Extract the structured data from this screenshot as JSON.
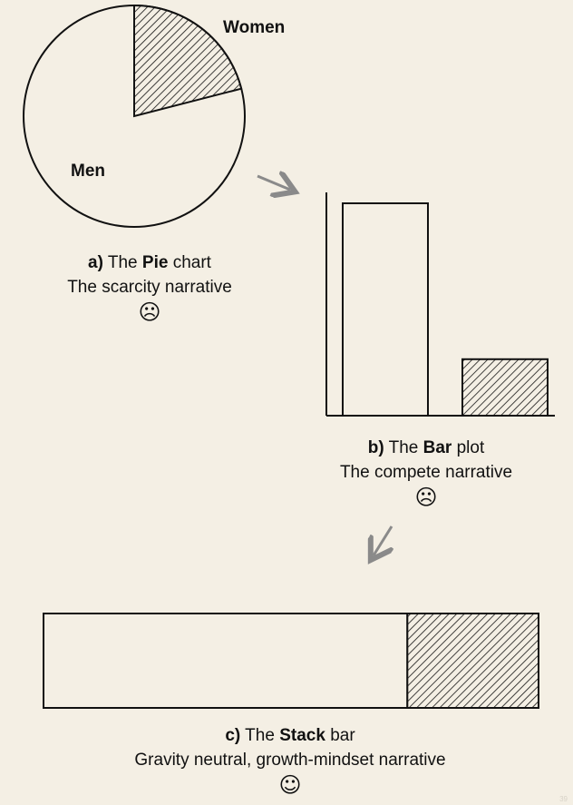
{
  "pie": {
    "women_label": "Women",
    "men_label": "Men",
    "women_fraction": 0.21,
    "caption_letter": "a)",
    "caption_pre": "The",
    "caption_bold": "Pie",
    "caption_post": "chart",
    "narrative": "The scarcity narrative",
    "face": "☹"
  },
  "bar": {
    "values": [
      79,
      21
    ],
    "caption_letter": "b)",
    "caption_pre": "The",
    "caption_bold": "Bar",
    "caption_post": "plot",
    "narrative": "The compete narrative",
    "face": "☹"
  },
  "stack": {
    "men_fraction": 0.735,
    "caption_letter": "c)",
    "caption_pre": "The",
    "caption_bold": "Stack",
    "caption_post": "bar",
    "narrative": "Gravity neutral, growth-mindset narrative",
    "face": "☺"
  },
  "colors": {
    "background": "#f4efe4",
    "ink": "#111111",
    "arrow": "#8a8a8a"
  },
  "page_number": "39"
}
